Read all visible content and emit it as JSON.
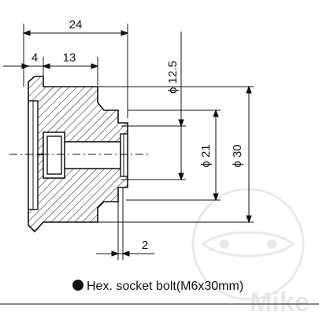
{
  "dimensions": {
    "total_length": "24",
    "flange_thickness": "4",
    "head_length": "13",
    "small_gap": "2",
    "diameter_12_5": "ϕ 12.5",
    "diameter_21": "ϕ 21",
    "diameter_30": "ϕ 30"
  },
  "note": {
    "text": "Hex. socket bolt(M6x30mm)"
  },
  "watermark": {
    "text": "Mike"
  },
  "colors": {
    "line": "#111111",
    "watermark": "#e3e3e3"
  }
}
